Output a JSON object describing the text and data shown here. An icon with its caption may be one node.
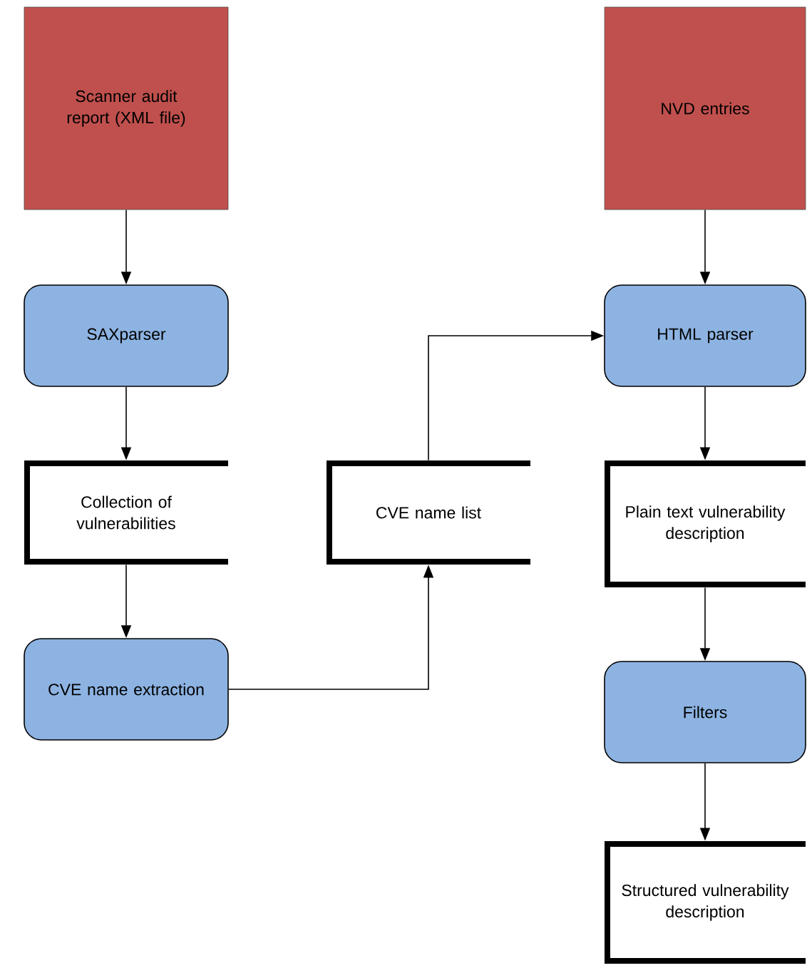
{
  "diagram": {
    "nodes": [
      {
        "text": [
          "Scanner audit report (XML file)"
        ]
      },
      {
        "text": [
          "SAXparser"
        ]
      },
      {
        "text": [
          "Collection of vulnerabilities"
        ]
      },
      {
        "text": [
          "CVE name extraction"
        ]
      },
      {
        "text": [
          "CVE name list"
        ]
      },
      {
        "text": [
          "NVD entries"
        ]
      },
      {
        "text": [
          "HTML parser"
        ]
      },
      {
        "text": [
          "Plain text vulnerability description"
        ]
      },
      {
        "text": [
          "Filters"
        ]
      },
      {
        "text": [
          "Structured vulnerability description"
        ]
      }
    ],
    "edges": [
      {
        "from": 0,
        "to": 1,
        "arrow": "to"
      },
      {
        "from": 1,
        "to": 2,
        "arrow": "to"
      },
      {
        "from": 2,
        "to": 3,
        "arrow": "to"
      },
      {
        "from": 3,
        "to": 4,
        "arrow": "to"
      },
      {
        "from": 4,
        "to": 6,
        "arrow": "to"
      },
      {
        "from": 5,
        "to": 6,
        "arrow": "to"
      },
      {
        "from": 6,
        "to": 7,
        "arrow": "to"
      },
      {
        "from": 7,
        "to": 8,
        "arrow": "to"
      },
      {
        "from": 8,
        "to": 9,
        "arrow": "to"
      }
    ]
  }
}
